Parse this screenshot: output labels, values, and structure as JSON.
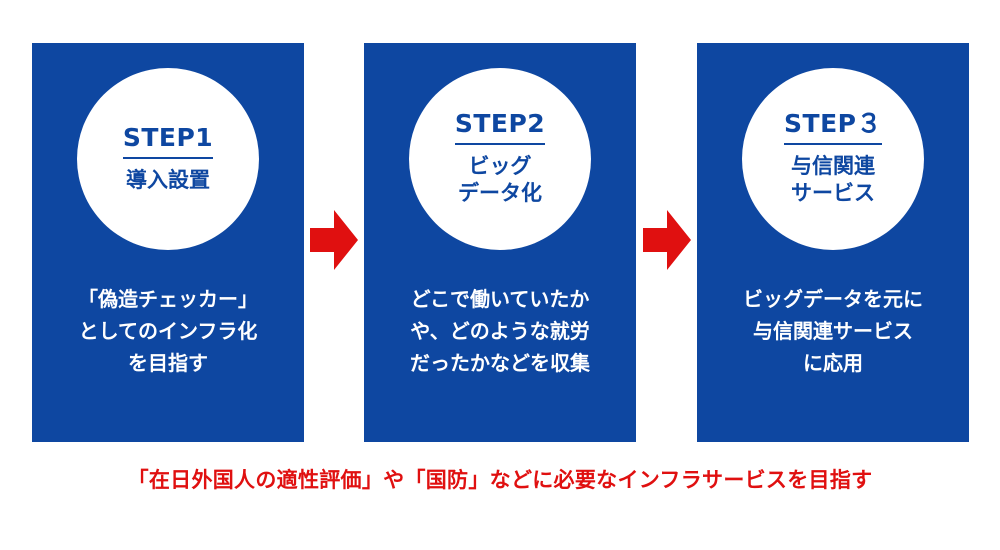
{
  "colors": {
    "card": "#0e47a1",
    "arrow": "#e01010",
    "footer": "#e01010"
  },
  "steps": [
    {
      "label": "STEP1",
      "title": "導入設置",
      "body": "「偽造チェッカー」\nとしてのインフラ化\nを目指す"
    },
    {
      "label": "STEP2",
      "title": "ビッグ\nデータ化",
      "body": "どこで働いていたか\nや、どのような就労\nだったかなどを収集"
    },
    {
      "label": "STEP３",
      "title": "与信関連\nサービス",
      "body": "ビッグデータを元に\n与信関連サービス\nに応用"
    }
  ],
  "footer": "「在日外国人の適性評価」や「国防」などに必要なインフラサービスを目指す"
}
